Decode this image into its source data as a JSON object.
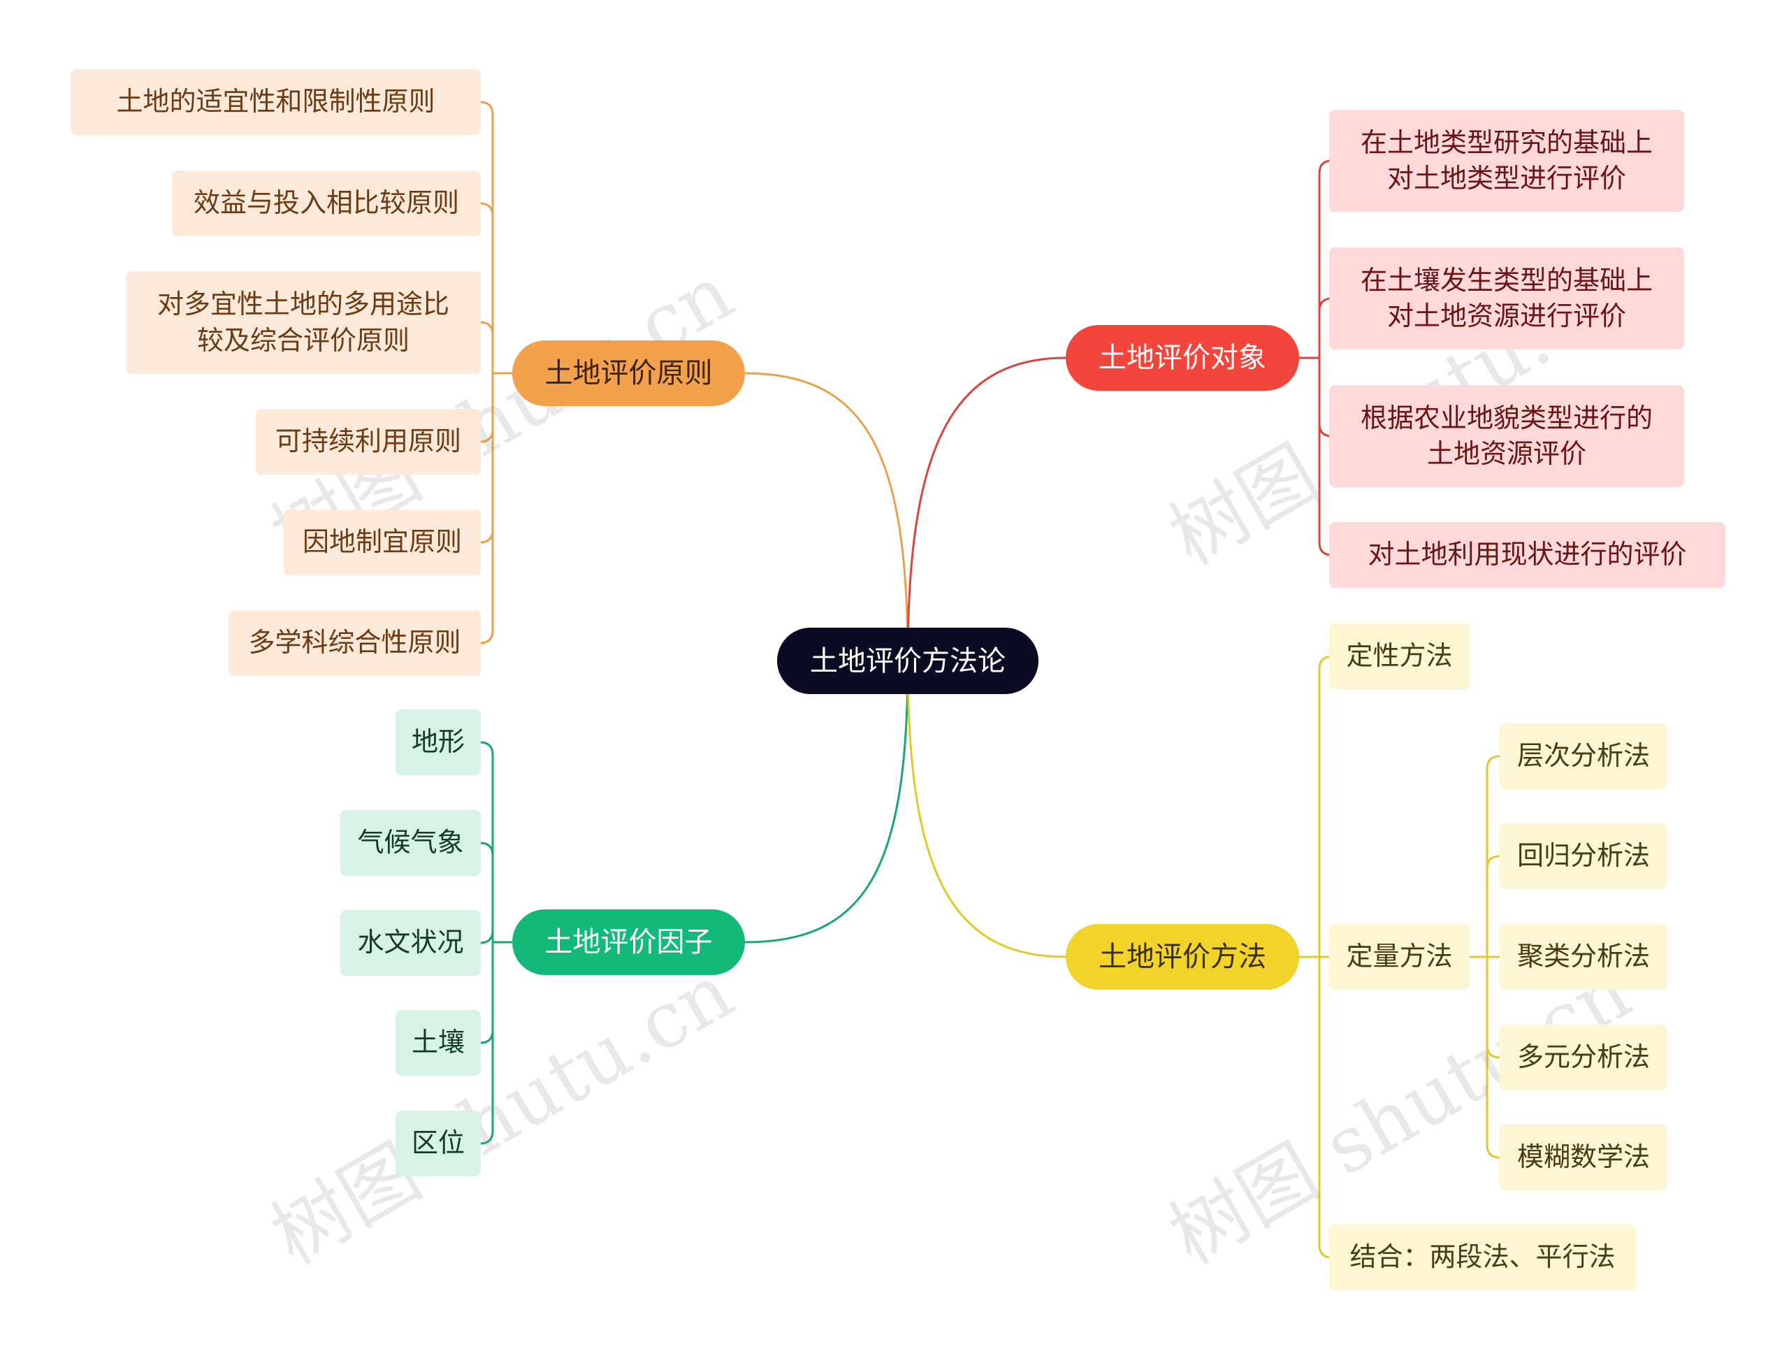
{
  "colors": {
    "principle": "#e8a04a",
    "object": "#d9453c",
    "factor": "#17a86e",
    "method": "#e2c82b",
    "root_bg": "#0b0b24"
  },
  "watermark_text": "树图 shutu.cn",
  "root": {
    "label": "土地评价方法论"
  },
  "branches": {
    "principle": {
      "label": "土地评价原则",
      "items": [
        "土地的适宜性和限制性原则",
        "效益与投入相比较原则",
        "对多宜性土地的多用途比\n较及综合评价原则",
        "可持续利用原则",
        "因地制宜原则",
        "多学科综合性原则"
      ]
    },
    "object": {
      "label": "土地评价对象",
      "items": [
        "在土地类型研究的基础上\n对土地类型进行评价",
        "在土壤发生类型的基础上\n对土地资源进行评价",
        "根据农业地貌类型进行的\n土地资源评价",
        "对土地利用现状进行的评价"
      ]
    },
    "factor": {
      "label": "土地评价因子",
      "items": [
        "地形",
        "气候气象",
        "水文状况",
        "土壤",
        "区位"
      ]
    },
    "method": {
      "label": "土地评价方法",
      "items": [
        "定性方法",
        "定量方法",
        "结合：两段法、平行法"
      ],
      "quantitative": {
        "items": [
          "层次分析法",
          "回归分析法",
          "聚类分析法",
          "多元分析法",
          "模糊数学法"
        ]
      }
    }
  }
}
